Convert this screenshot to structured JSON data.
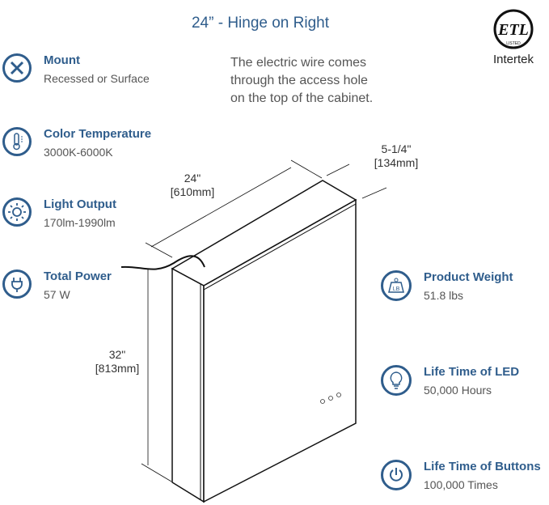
{
  "title": "24” - Hinge on Right",
  "note": [
    "The electric wire comes",
    "through the access hole",
    "on the top of the cabinet."
  ],
  "certification": {
    "logo_text": "ETL",
    "sub_text": "LISTED",
    "brand": "Intertek"
  },
  "left_features": [
    {
      "icon": "tools-icon",
      "heading": "Mount",
      "value": "Recessed or Surface"
    },
    {
      "icon": "thermometer-icon",
      "heading": "Color Temperature",
      "value": "3000K-6000K"
    },
    {
      "icon": "sun-icon",
      "heading": "Light Output",
      "value": "170lm-1990lm"
    },
    {
      "icon": "plug-icon",
      "heading": "Total Power",
      "value": "57 W"
    }
  ],
  "right_features": [
    {
      "icon": "weight-icon",
      "heading": "Product Weight",
      "value": "51.8 lbs"
    },
    {
      "icon": "lightbulb-icon",
      "heading": "Life Time of LED",
      "value": "50,000 Hours"
    },
    {
      "icon": "power-icon",
      "heading": "Life Time of Buttons",
      "value": "100,000 Times"
    }
  ],
  "dimensions": {
    "width": {
      "in": "24\"",
      "mm": "[610mm]"
    },
    "depth": {
      "in": "5-1/4\"",
      "mm": "[134mm]"
    },
    "height": {
      "in": "32\"",
      "mm": "[813mm]"
    }
  },
  "colors": {
    "accent": "#2f5d8c",
    "text": "#555555"
  }
}
